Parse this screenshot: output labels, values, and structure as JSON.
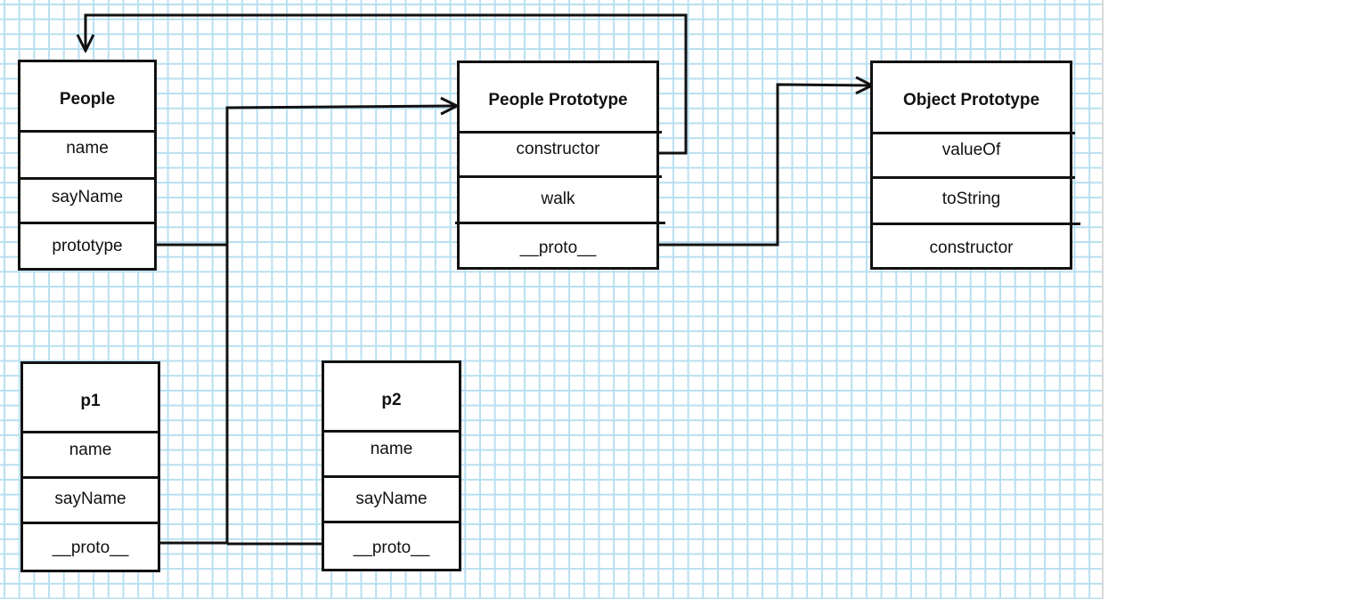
{
  "diagram": {
    "boxes": [
      {
        "id": "people",
        "title": "People",
        "rows": [
          "name",
          "sayName",
          "prototype"
        ]
      },
      {
        "id": "people-prototype",
        "title": "People  Prototype",
        "rows": [
          "constructor",
          "walk",
          "__proto__"
        ]
      },
      {
        "id": "object-prototype",
        "title": "Object  Prototype",
        "rows": [
          "valueOf",
          "toString",
          "constructor"
        ]
      },
      {
        "id": "p1",
        "title": "p1",
        "rows": [
          "name",
          "sayName",
          "__proto__"
        ]
      },
      {
        "id": "p2",
        "title": "p2",
        "rows": [
          "name",
          "sayName",
          "__proto__"
        ]
      }
    ],
    "links": [
      {
        "from": "people.prototype",
        "to": "people-prototype"
      },
      {
        "from": "p1.__proto__",
        "to": "people-prototype"
      },
      {
        "from": "p2.__proto__",
        "to": "people-prototype"
      },
      {
        "from": "people-prototype.constructor",
        "to": "people"
      },
      {
        "from": "people-prototype.__proto__",
        "to": "object-prototype"
      }
    ],
    "colors": {
      "grid": "#b7dff0",
      "ink": "#111111",
      "background": "#ffffff"
    }
  }
}
